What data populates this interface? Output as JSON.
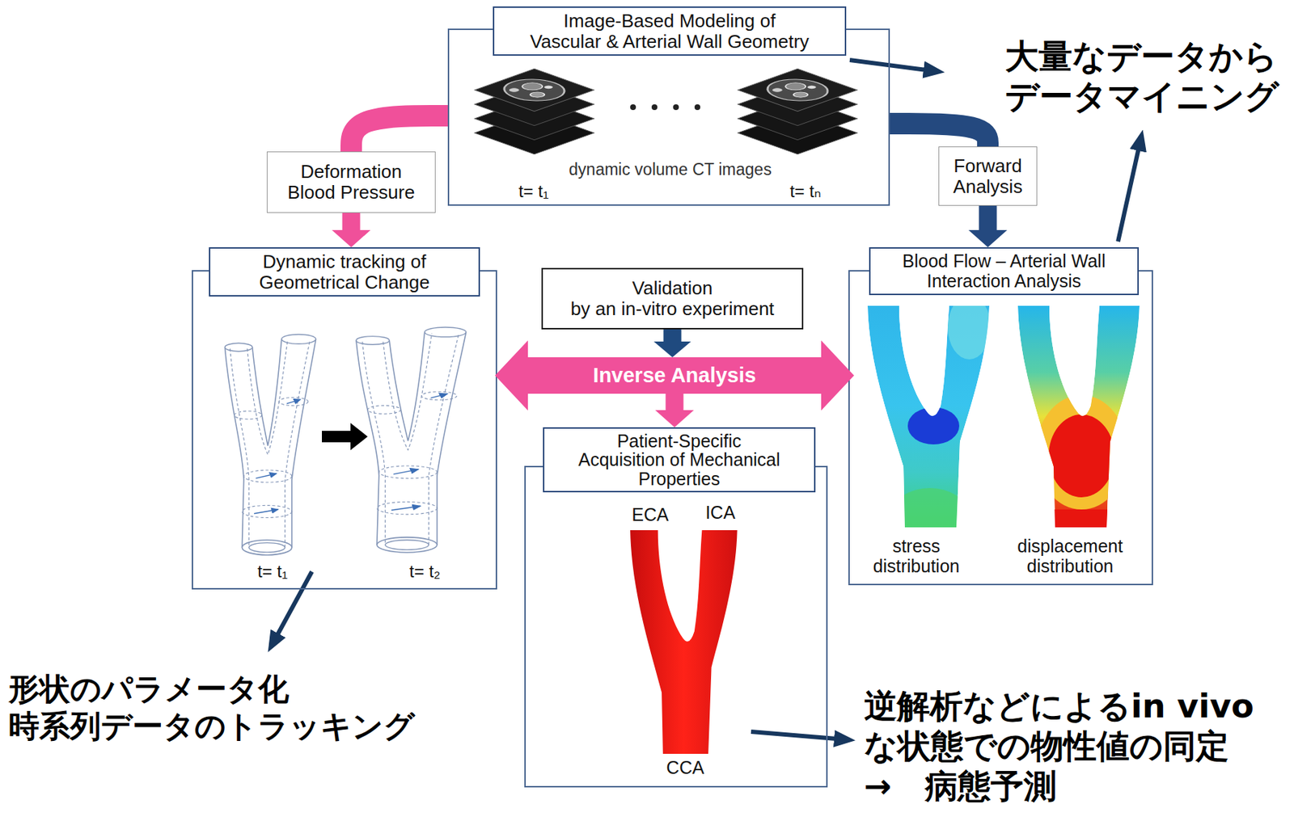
{
  "diagram": {
    "nodes": [
      {
        "text": [
          "Image-Based Modeling of Vascular & Arterial Wall Geometry",
          "dynamic volume CT images",
          "t= t₁",
          "t= tₙ"
        ]
      },
      {
        "text": [
          "Deformation Blood Pressure"
        ]
      },
      {
        "text": [
          "Forward Analysis"
        ]
      },
      {
        "text": [
          "Dynamic tracking of Geometrical Change",
          "t= t₁",
          "t= t₂"
        ]
      },
      {
        "text": [
          "Blood Flow – Arterial Wall Interaction Analysis",
          "stress distribution",
          "displacement distribution"
        ]
      },
      {
        "text": [
          "Validation by an in-vitro experiment"
        ]
      },
      {
        "text": [
          "Inverse Analysis"
        ]
      },
      {
        "text": [
          "Patient-Specific Acquisition of Mechanical Properties",
          "ECA",
          "ICA",
          "CCA"
        ]
      }
    ],
    "edges": [
      {
        "from": 0,
        "to": 1,
        "arrow": "none"
      },
      {
        "from": 1,
        "to": 3,
        "arrow": "to"
      },
      {
        "from": 0,
        "to": 2,
        "arrow": "none"
      },
      {
        "from": 2,
        "to": 4,
        "arrow": "to"
      },
      {
        "from": 5,
        "to": 6,
        "arrow": "to"
      },
      {
        "from": 6,
        "to": 7,
        "arrow": "to"
      }
    ],
    "labels": [
      "大量なデータから",
      "データマイニング",
      "形状のパラメータ化",
      "時系列データのトラッキング",
      "逆解析などによるin vivo",
      "な状態での物性値の同定",
      "→　病態予測"
    ]
  }
}
